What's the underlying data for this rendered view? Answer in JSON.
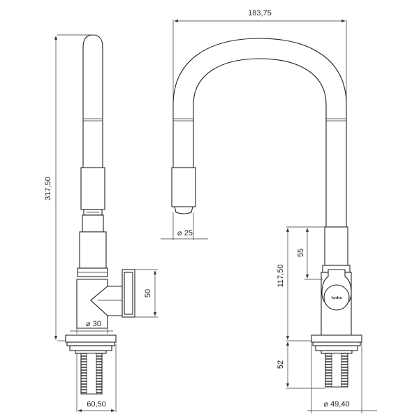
{
  "dimensions": {
    "total_width": "183,75",
    "total_height": "317,50",
    "spout_outlet_diameter": "⌀ 25",
    "body_diameter": "⌀ 30",
    "handle_height": "50",
    "base_width": "60,50",
    "hose_section_height": "55",
    "lower_body_height": "117,50",
    "shank_height": "52",
    "base_diameter": "⌀ 49,40"
  },
  "brand_label": "hydra"
}
